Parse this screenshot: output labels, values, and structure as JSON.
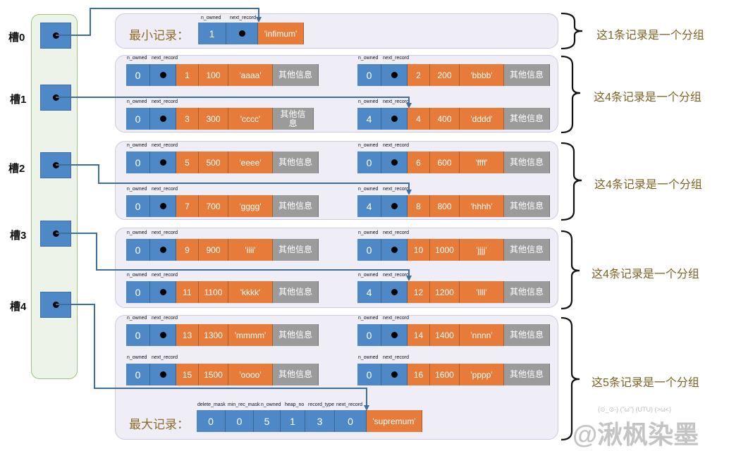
{
  "slots": [
    {
      "label": "槽0"
    },
    {
      "label": "槽1"
    },
    {
      "label": "槽2"
    },
    {
      "label": "槽3"
    },
    {
      "label": "槽4"
    }
  ],
  "field_headers": {
    "n_owned": "n_owned",
    "next_record": "next_record",
    "delete_mask": "delete_mask",
    "min_rec_mask": "min_rec_mask",
    "heap_no": "heap_no",
    "record_type": "record_type"
  },
  "infimum": {
    "label": "最小记录：",
    "n_owned": "1",
    "value": "'infimum'"
  },
  "supremum": {
    "label": "最大记录：",
    "delete_mask": "0",
    "min_rec_mask": "0",
    "n_owned": "5",
    "heap_no": "1",
    "record_type": "3",
    "next_record": "0",
    "value": "'supremum'"
  },
  "other_info": "其他信息",
  "records": [
    {
      "n_owned": "0",
      "id": "1",
      "num": "100",
      "str": "'aaaa'"
    },
    {
      "n_owned": "0",
      "id": "2",
      "num": "200",
      "str": "'bbbb'"
    },
    {
      "n_owned": "0",
      "id": "3",
      "num": "300",
      "str": "'cccc'"
    },
    {
      "n_owned": "4",
      "id": "4",
      "num": "400",
      "str": "'dddd'"
    },
    {
      "n_owned": "0",
      "id": "5",
      "num": "500",
      "str": "'eeee'"
    },
    {
      "n_owned": "0",
      "id": "6",
      "num": "600",
      "str": "'ffff'"
    },
    {
      "n_owned": "0",
      "id": "7",
      "num": "700",
      "str": "'gggg'"
    },
    {
      "n_owned": "4",
      "id": "8",
      "num": "800",
      "str": "'hhhh'"
    },
    {
      "n_owned": "0",
      "id": "9",
      "num": "900",
      "str": "'iiii'"
    },
    {
      "n_owned": "0",
      "id": "10",
      "num": "1000",
      "str": "'jjjj'"
    },
    {
      "n_owned": "0",
      "id": "11",
      "num": "1100",
      "str": "'kkkk'"
    },
    {
      "n_owned": "4",
      "id": "12",
      "num": "1200",
      "str": "'llll'"
    },
    {
      "n_owned": "0",
      "id": "13",
      "num": "1300",
      "str": "'mmmm'"
    },
    {
      "n_owned": "0",
      "id": "14",
      "num": "1400",
      "str": "'nnnn'"
    },
    {
      "n_owned": "0",
      "id": "15",
      "num": "1500",
      "str": "'oooo'"
    },
    {
      "n_owned": "0",
      "id": "16",
      "num": "1600",
      "str": "'pppp'"
    }
  ],
  "group_labels": [
    "这1条记录是一个分组",
    "这4条记录是一个分组",
    "这4条记录是一个分组",
    "这4条记录是一个分组",
    "这5条记录是一个分组"
  ],
  "watermark": {
    "emoticons": "(⊙_⊙-) (\"ω\") (UTU) (>ω<)",
    "text": "@湫枫染墨"
  },
  "colors": {
    "pointer_blue": "#4e88c7",
    "data_orange": "#e77b3a",
    "info_gray": "#9b9b9b",
    "group_bg": "#efedf6",
    "slot_bg": "#eef3e9",
    "arrow": "#3e6f9c",
    "label_gold": "#7a6324"
  }
}
